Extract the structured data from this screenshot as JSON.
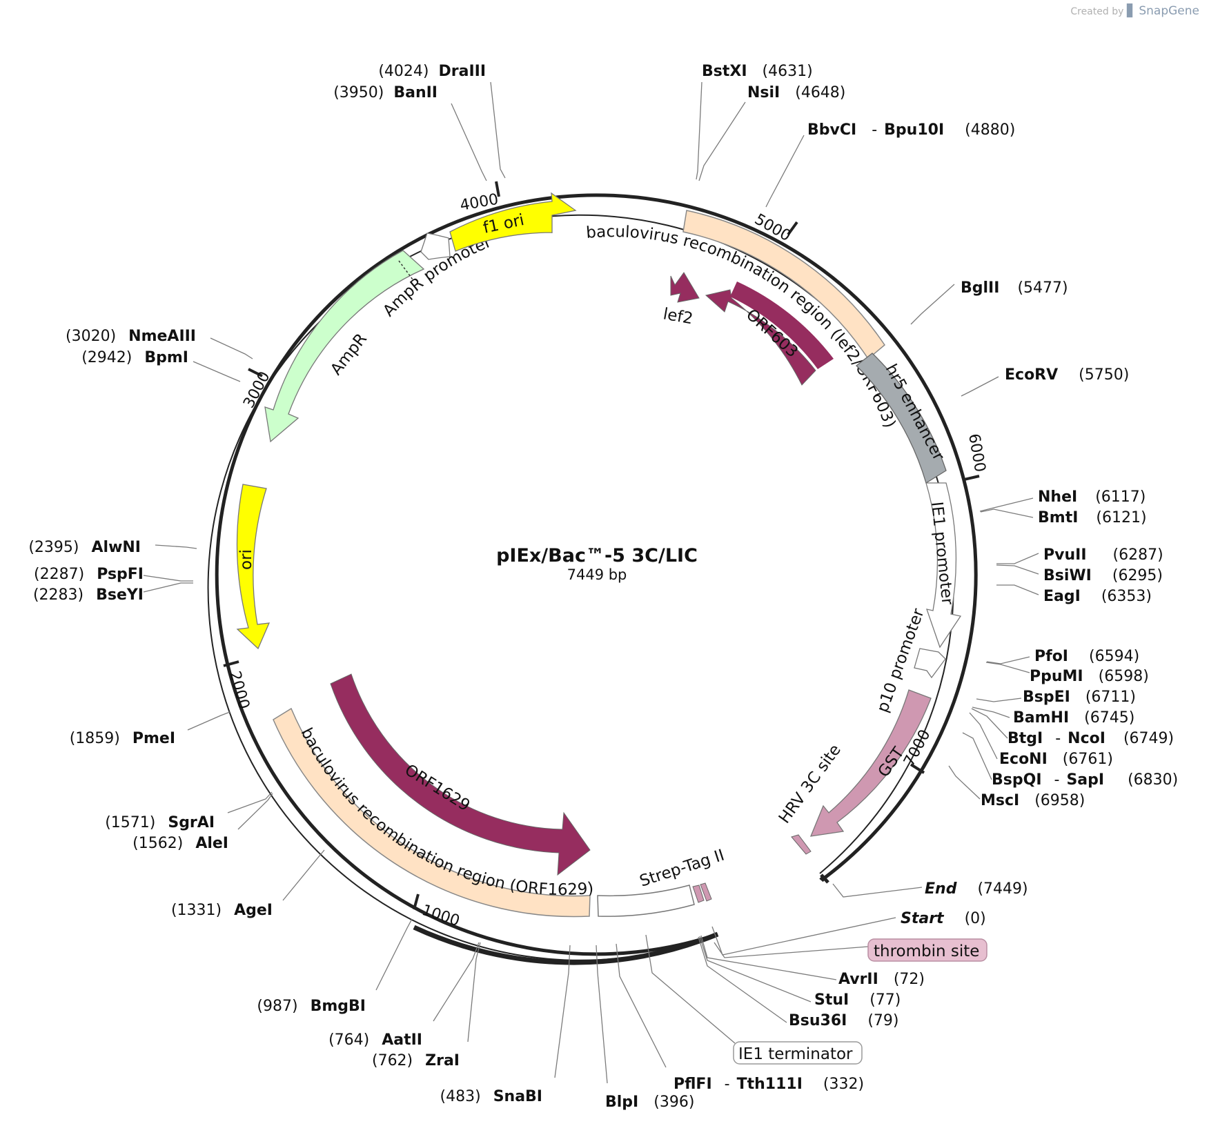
{
  "credit": {
    "prefix": "Created by",
    "brand": "SnapGene"
  },
  "plasmid": {
    "name": "pIEx/Bac™-5 3C/LIC",
    "length_label": "7449 bp",
    "length": 7449
  },
  "colors": {
    "backbone": "#222222",
    "baculo_region": "#ffe2c4",
    "orf": "#962d5f",
    "gst": "#cf98b1",
    "hr5": "#a5abaf",
    "ampr": "#ccffcc",
    "ori": "#ffff00",
    "tag": "#cf98b1"
  },
  "ticks": [
    {
      "pos": 1000,
      "label": "1000"
    },
    {
      "pos": 2000,
      "label": "2000"
    },
    {
      "pos": 3000,
      "label": "3000"
    },
    {
      "pos": 4000,
      "label": "4000"
    },
    {
      "pos": 5000,
      "label": "5000"
    },
    {
      "pos": 6000,
      "label": "6000"
    },
    {
      "pos": 7000,
      "label": "7000"
    }
  ],
  "features": [
    {
      "name": "baculovirus recombination region (ORF1629)",
      "start": 130,
      "end": 1810,
      "type": "region",
      "color": "#ffe2c4",
      "label_mode": "curved"
    },
    {
      "name": "baculovirus recombination region (lef2/ORF603)",
      "start": 4860,
      "end": 5620,
      "type": "region",
      "color": "#ffe2c4",
      "label_mode": "curved"
    },
    {
      "name": "IE1 terminator",
      "start": 48,
      "end": 130,
      "type": "outline",
      "color": "#ffffff",
      "label_mode": "none"
    },
    {
      "name": "ORF1629",
      "start": 1790,
      "end": 460,
      "type": "arrow-cw",
      "color": "#962d5f",
      "label_mode": "onfeature"
    },
    {
      "name": "ORF603",
      "start": 5500,
      "end": 4900,
      "type": "arrow-ccw",
      "color": "#962d5f",
      "label_mode": "onfeature"
    },
    {
      "name": "lef2",
      "start": 4930,
      "end": 4860,
      "type": "arrow-cw",
      "color": "#962d5f",
      "label_mode": "below"
    },
    {
      "name": "AmpR",
      "start": 3840,
      "end": 2990,
      "type": "arrow-ccw",
      "color": "#ccffcc",
      "label_mode": "inside"
    },
    {
      "name": "AmpR promoter",
      "start": 3945,
      "end": 3845,
      "type": "arrow-ccw-outline",
      "color": "#ffffff",
      "label_mode": "inside"
    },
    {
      "name": "f1 ori",
      "start": 3960,
      "end": 4420,
      "type": "arrow-cw",
      "color": "#ffff00",
      "label_mode": "onfeature"
    },
    {
      "name": "ori",
      "start": 2800,
      "end": 2210,
      "type": "arrow-ccw",
      "color": "#ffff00",
      "label_mode": "onfeature"
    },
    {
      "name": "hr5 enhancer",
      "start": 5640,
      "end": 6060,
      "type": "box",
      "color": "#a5abaf",
      "label_mode": "onfeature"
    },
    {
      "name": "IE1 promoter",
      "start": 6060,
      "end": 6560,
      "type": "arrow-cw-outline",
      "color": "#ffffff",
      "label_mode": "onfeature"
    },
    {
      "name": "p10 promoter",
      "start": 6570,
      "end": 6670,
      "type": "arrow-cw-outline",
      "color": "#ffffff",
      "label_mode": "inside"
    },
    {
      "name": "GST",
      "start": 6680,
      "end": 7280,
      "type": "arrow-cw",
      "color": "#cf98b1",
      "label_mode": "onfeature"
    },
    {
      "name": "HRV 3C site",
      "start": 7320,
      "end": 7340,
      "type": "arrow-cw",
      "color": "#cf98b1",
      "label_mode": "inside"
    },
    {
      "name": "Strep-Tag II",
      "start": 7,
      "end": 29,
      "type": "arrow-cw",
      "color": "#cf98b1",
      "label_mode": "inside"
    }
  ],
  "feature_labels_outside": [
    {
      "name": "thrombin site",
      "style": "pill"
    },
    {
      "name": "IE1 terminator",
      "style": "box"
    }
  ],
  "sites": [
    {
      "pos": "(4024)",
      "enzyme": "DraIII"
    },
    {
      "pos": "(3950)",
      "enzyme": "BanII"
    },
    {
      "enzyme": "BstXI",
      "pos": "(4631)"
    },
    {
      "enzyme": "NsiI",
      "pos": "(4648)"
    },
    {
      "enzyme": "BbvCI",
      "sep": "-",
      "enzyme2": "Bpu10I",
      "pos": "(4880)"
    },
    {
      "enzyme": "BglII",
      "pos": "(5477)"
    },
    {
      "enzyme": "EcoRV",
      "pos": "(5750)"
    },
    {
      "enzyme": "NheI",
      "pos": "(6117)"
    },
    {
      "enzyme": "BmtI",
      "pos": "(6121)"
    },
    {
      "enzyme": "PvuII",
      "pos": "(6287)"
    },
    {
      "enzyme": "BsiWI",
      "pos": "(6295)"
    },
    {
      "enzyme": "EagI",
      "pos": "(6353)"
    },
    {
      "enzyme": "PfoI",
      "pos": "(6594)"
    },
    {
      "enzyme": "PpuMI",
      "pos": "(6598)"
    },
    {
      "enzyme": "BspEI",
      "pos": "(6711)"
    },
    {
      "enzyme": "BamHI",
      "pos": "(6745)"
    },
    {
      "enzyme": "BtgI",
      "sep": "-",
      "enzyme2": "NcoI",
      "pos": "(6749)"
    },
    {
      "enzyme": "EcoNI",
      "pos": "(6761)"
    },
    {
      "enzyme": "BspQI",
      "sep": "-",
      "enzyme2": "SapI",
      "pos": "(6830)"
    },
    {
      "enzyme": "MscI",
      "pos": "(6958)"
    },
    {
      "enzyme": "End",
      "pos": "(7449)",
      "italic": true
    },
    {
      "enzyme": "Start",
      "pos": "(0)",
      "italic": true
    },
    {
      "enzyme": "AvrII",
      "pos": "(72)"
    },
    {
      "enzyme": "StuI",
      "pos": "(77)"
    },
    {
      "enzyme": "Bsu36I",
      "pos": "(79)"
    },
    {
      "enzyme": "PflFI",
      "sep": "-",
      "enzyme2": "Tth111I",
      "pos": "(332)"
    },
    {
      "enzyme": "BlpI",
      "pos": "(396)"
    },
    {
      "pos": "(483)",
      "enzyme": "SnaBI"
    },
    {
      "pos": "(762)",
      "enzyme": "ZraI"
    },
    {
      "pos": "(764)",
      "enzyme": "AatII"
    },
    {
      "pos": "(987)",
      "enzyme": "BmgBI"
    },
    {
      "pos": "(1331)",
      "enzyme": "AgeI"
    },
    {
      "pos": "(1562)",
      "enzyme": "AleI"
    },
    {
      "pos": "(1571)",
      "enzyme": "SgrAI"
    },
    {
      "pos": "(1859)",
      "enzyme": "PmeI"
    },
    {
      "pos": "(2283)",
      "enzyme": "BseYI"
    },
    {
      "pos": "(2287)",
      "enzyme": "PspFI"
    },
    {
      "pos": "(2395)",
      "enzyme": "AlwNI"
    },
    {
      "pos": "(2942)",
      "enzyme": "BpmI"
    },
    {
      "pos": "(3020)",
      "enzyme": "NmeAIII"
    }
  ]
}
